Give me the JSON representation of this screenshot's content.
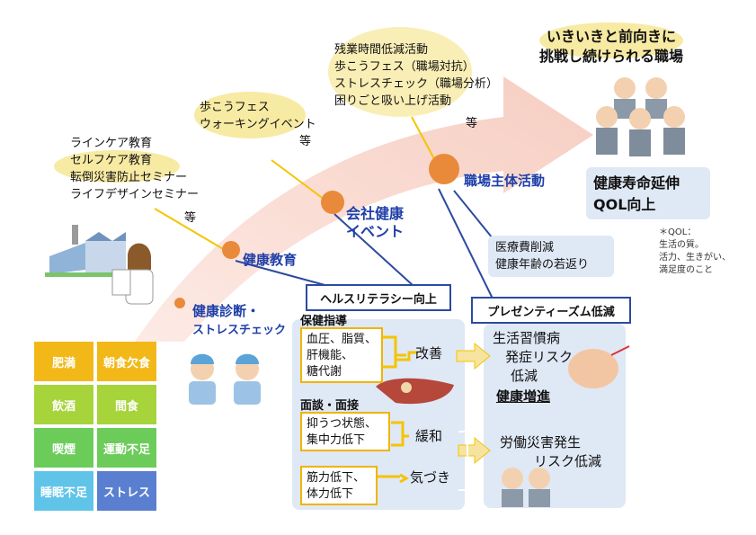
{
  "risk_factors": [
    {
      "label": "肥満",
      "color": "#f2b818"
    },
    {
      "label": "朝食欠食",
      "color": "#f2b818"
    },
    {
      "label": "飲酒",
      "color": "#a6d43a"
    },
    {
      "label": "間食",
      "color": "#a6d43a"
    },
    {
      "label": "喫煙",
      "color": "#6ccc5a"
    },
    {
      "label": "運動不足",
      "color": "#6ccc5a"
    },
    {
      "label": "睡眠不足",
      "color": "#5fc4e8"
    },
    {
      "label": "ストレス",
      "color": "#5a7fd0"
    }
  ],
  "stages": {
    "checkup": {
      "line1": "健康診断・",
      "line2": "ストレスチェック"
    },
    "education": {
      "label": "健康教育"
    },
    "event": {
      "line1": "会社健康",
      "line2": "イベント"
    },
    "workplace": {
      "label": "職場主体活動"
    }
  },
  "education_items": [
    "ラインケア教育",
    "セルフケア教育",
    "転倒災害防止セミナー",
    "ライフデザインセミナー"
  ],
  "education_etc": "等",
  "event_items": [
    "歩こうフェス",
    "ウォーキングイベント"
  ],
  "event_etc": "等",
  "workplace_items": [
    "残業時間低減活動",
    "歩こうフェス（職場対抗）",
    "ストレスチェック（職場分析）",
    "困りごと吸い上げ活動"
  ],
  "workplace_etc": "等",
  "goal": {
    "line1": "いきいきと前向きに",
    "line2": "挑戦し続けられる職場"
  },
  "outcome": {
    "line1": "健康寿命延伸",
    "line2": "QOL向上"
  },
  "qol_note": [
    "＊QOL：",
    "生活の質。",
    "活力、生きがい、",
    "満足度のこと"
  ],
  "cost": {
    "line1": "医療費削減",
    "line2": "健康年齢の若返り"
  },
  "literacy": {
    "title": "ヘルスリテラシー向上",
    "guidance_label": "保健指導",
    "guidance_items": [
      "血圧、脂質、",
      "肝機能、",
      "糖代謝"
    ],
    "improve": "改善",
    "interview_label": "面談・面接",
    "mental_items": [
      "抑うつ状態、",
      "集中力低下"
    ],
    "relief": "緩和",
    "physical_items": [
      "筋力低下、",
      "体力低下"
    ],
    "notice": "気づき"
  },
  "presenteeism": {
    "title": "プレゼンティーズム低減",
    "lifestyle": [
      "生活習慣病",
      "発症リスク",
      "低減"
    ],
    "health_up": "健康増進",
    "accident": [
      "労働災害発生",
      "リスク低減"
    ]
  },
  "colors": {
    "arrow": "#f6d2c8",
    "dot": "#e98a3a",
    "stage_text": "#1f3fa8",
    "highlight": "#f7eaa3",
    "connector": "#f5c400",
    "line": "#2c4aa0",
    "panel": "#dfe8f5"
  }
}
